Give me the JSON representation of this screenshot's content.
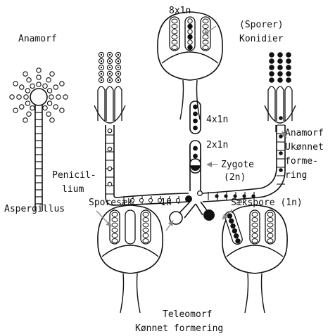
{
  "labels": {
    "anamorph_left": "Anamorf",
    "penicillium_1": "Penicil-",
    "penicillium_2": "lium",
    "aspergillus": "Aspergillus",
    "top_count": "8x1n",
    "sporer": "(Sporer)",
    "konidier": "Konidier",
    "mid_count_4": "4x1n",
    "mid_count_2": "2x1n",
    "zygote": "Zygote",
    "zygote_ploidy": "(2n)",
    "anamorph_right": "Anamorf",
    "asexual_1": "Ukønnet",
    "asexual_2": "forme-",
    "asexual_3": "ring",
    "sporesaek": "Sporesæk",
    "haploid": "1n",
    "saekspore": "Sækspore (1n)",
    "teleomorph": "Teleomorf",
    "sexual_reproduction": "Kønnet formering"
  },
  "colors": {
    "ink": "#111111",
    "arrow": "#888888",
    "background": "#ffffff"
  }
}
